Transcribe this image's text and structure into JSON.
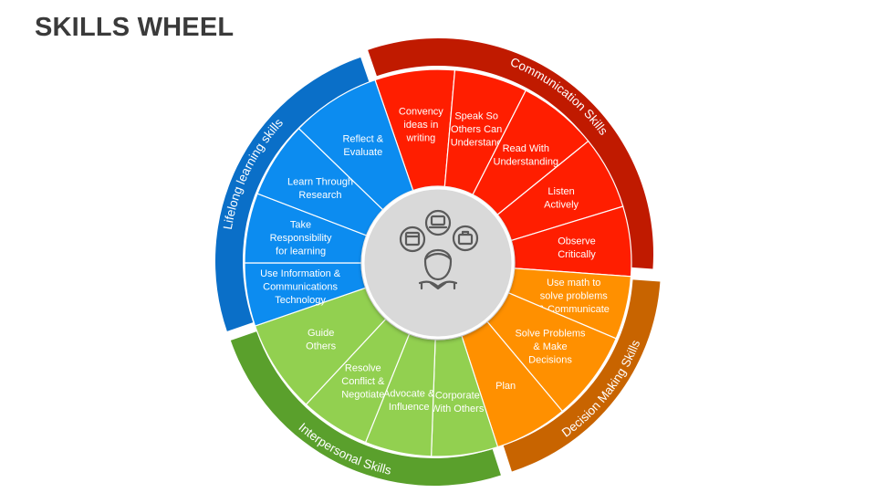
{
  "title": "SKILLS WHEEL",
  "center_icon": "person-with-devices-icon",
  "colors": {
    "communication_ring": "#C01A00",
    "communication_segment": "#FF1E00",
    "decision_ring": "#C86400",
    "decision_segment": "#FF9000",
    "interpersonal_ring": "#5AA02C",
    "interpersonal_segment": "#92D050",
    "lifelong_ring": "#0A6FC8",
    "lifelong_segment": "#0C8CF0",
    "center_fill": "#D9D9D9",
    "icon_stroke": "#5A5A5A"
  },
  "sections": [
    {
      "name": "Communication Skills",
      "key": "communication",
      "items": [
        [
          "Convency",
          "ideas in",
          "writing"
        ],
        [
          "Speak So",
          "Others Can",
          "Understand"
        ],
        [
          "Read With",
          "Understanding"
        ],
        [
          "Listen",
          "Actively"
        ],
        [
          "Observe",
          "Critically"
        ]
      ]
    },
    {
      "name": "Decision Making Skills",
      "key": "decision",
      "items": [
        [
          "Use math to",
          "solve problems",
          "& Communicate"
        ],
        [
          "Solve Problems",
          "& Make",
          "Decisions"
        ],
        [
          "Plan"
        ]
      ]
    },
    {
      "name": "Interpersonal Skills",
      "key": "interpersonal",
      "items": [
        [
          "Corporate",
          "With  Others"
        ],
        [
          "Advocate &",
          "Influence"
        ],
        [
          "Resolve",
          "Conflict &",
          "Negotiate"
        ],
        [
          "Guide",
          "Others"
        ]
      ]
    },
    {
      "name": "Lifelong learning skills",
      "key": "lifelong",
      "items": [
        [
          "Use Information &",
          "Communications",
          "Technology"
        ],
        [
          "Take",
          "Responsibility",
          "for learning"
        ],
        [
          "Learn Through",
          "Research"
        ],
        [
          "Reflect &",
          "Evaluate"
        ]
      ]
    }
  ]
}
